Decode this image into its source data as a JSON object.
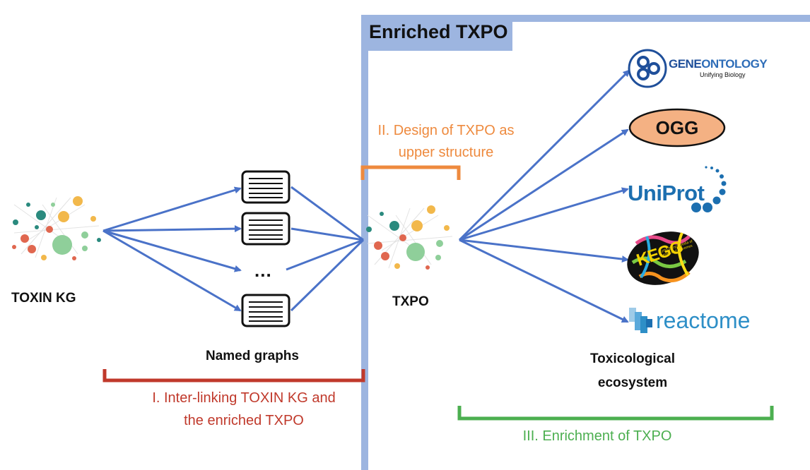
{
  "panel": {
    "title": "Enriched TXPO"
  },
  "nodes": {
    "toxin_kg": "TOXIN KG",
    "txpo": "TXPO",
    "named_graphs": "Named graphs",
    "ellipsis": "...",
    "ecosystem": [
      "Toxicological",
      "ecosystem"
    ]
  },
  "steps": {
    "interlinking": {
      "lines": [
        "I. Inter-linking TOXIN KG and",
        "the enriched TXPO"
      ],
      "color": "#c0392b"
    },
    "design": {
      "lines": [
        "II. Design of TXPO as",
        "upper structure"
      ],
      "color": "#ee8a3e"
    },
    "enrichment": {
      "lines": [
        "III. Enrichment of TXPO"
      ],
      "color": "#4caf50"
    }
  },
  "resources": {
    "geneontology": {
      "name_part1": "GENE",
      "name_part2": "ONTOLOGY",
      "tagline": "Unifying Biology"
    },
    "ogg": {
      "label": "OGG"
    },
    "uniprot": {
      "label": "UniProt"
    },
    "kegg": {
      "label": "KEGG",
      "subtitle": "Kyoto Encyclopedia of Genes and Genomes"
    },
    "reactome": {
      "label": "reactome"
    }
  },
  "colors": {
    "arrow": "#4a72c8",
    "panel_border": "#9db5e0",
    "interlinking": "#c0392b",
    "design": "#ee8a3e",
    "enrichment": "#4caf50",
    "ogg_fill": "#f4b183",
    "uniprot": "#1c6fb0",
    "reactome": "#2e8fc7",
    "geneontology": "#1f4f9a"
  },
  "icons": [
    "network-graph-icon",
    "document-lines-icon",
    "geneontology-logo",
    "ogg-logo",
    "uniprot-logo",
    "kegg-logo",
    "reactome-logo"
  ]
}
